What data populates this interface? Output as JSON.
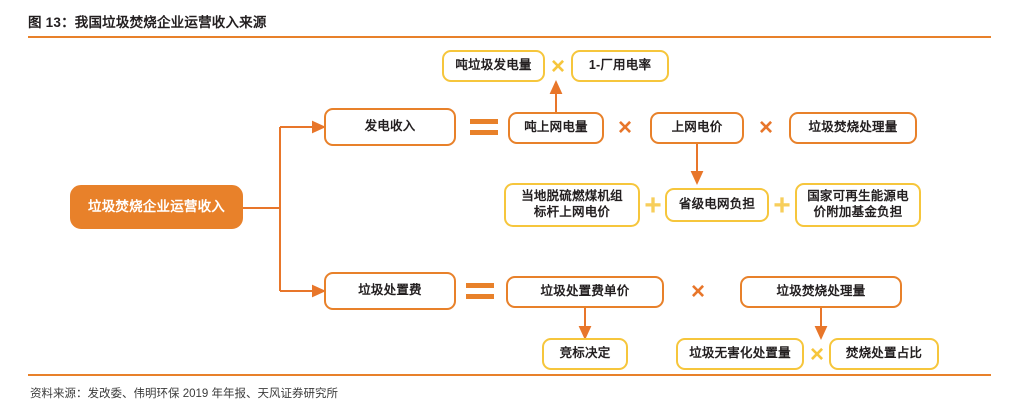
{
  "figure": {
    "title": "图 13：我国垃圾焚烧企业运营收入来源",
    "source": "资料来源：发改委、伟明环保 2019 年年报、天风证券研究所",
    "accent_color": "#E8812A",
    "secondary_color": "#F6C63C"
  },
  "nodes": {
    "root": "垃圾焚烧企业运营收入",
    "power_revenue": "发电收入",
    "ton_grid_power": "吨上网电量",
    "ton_waste_power": "吨垃圾发电量",
    "one_minus_plant_rate": "1-厂用电率",
    "grid_price": "上网电价",
    "incineration_volume_top": "垃圾焚烧处理量",
    "benchmark_price": "当地脱硫燃煤机组\n标杆上网电价",
    "provincial_grid": "省级电网负担",
    "national_fund": "国家可再生能源电\n价附加基金负担",
    "disposal_fee": "垃圾处置费",
    "disposal_unit_price": "垃圾处置费单价",
    "incineration_volume_bottom": "垃圾焚烧处理量",
    "bid_decided": "竞标决定",
    "harmless_volume": "垃圾无害化处置量",
    "incineration_share": "焚烧处置占比"
  },
  "operators": {
    "equals": "=",
    "times": "×",
    "plus": "+",
    "times_power_row_1": "×",
    "times_power_row_2": "×",
    "times_top_row": "×",
    "times_fee_row": "×",
    "times_bottom_row": "×",
    "plus_1": "+",
    "plus_2": "+",
    "equals_power": "=",
    "equals_fee": "="
  }
}
